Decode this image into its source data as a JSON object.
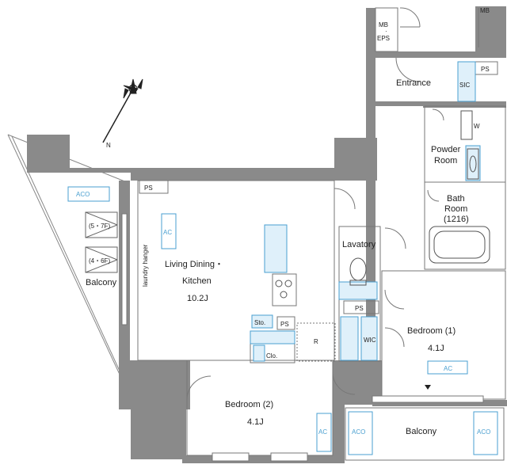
{
  "compass": {
    "label": "N"
  },
  "rooms": {
    "mb_top": "MB",
    "mb_eps_line1": "MB",
    "mb_eps_dot": "·",
    "mb_eps_line2": "EPS",
    "ps_entrance": "PS",
    "entrance": "Entrance",
    "sic": "SIC",
    "washer": "W",
    "powder_line1": "Powder",
    "powder_line2": "Room",
    "bath_line1": "Bath",
    "bath_line2": "Room",
    "bath_size": "(1216)",
    "ps_living": "PS",
    "ldk_line1": "Living Dining・",
    "ldk_line2": "Kitchen",
    "ldk_size": "10.2J",
    "laundry": "laundry hanger",
    "lavatory": "Lavatory",
    "ps_lavatory": "PS",
    "sto": "Sto.",
    "ps_kitchen": "PS",
    "r": "R",
    "wic": "WIC",
    "clo": "Clo.",
    "bed1_line1": "Bedroom (1)",
    "bed1_size": "4.1J",
    "bed2_line1": "Bedroom (2)",
    "bed2_size": "4.1J",
    "balcony_left": "Balcony",
    "balcony_bottom": "Balcony"
  },
  "units": {
    "aco_left": "ACO",
    "aco_bottom_left": "ACO",
    "aco_bottom_right": "ACO",
    "ac_living": "AC",
    "ac_bed1": "AC",
    "ac_bed2": "AC",
    "ladder_upper": "(5・7F)",
    "ladder_lower": "(4・6F)"
  },
  "colors": {
    "accent": "#4a9fd0",
    "wall": "#8a8a8a",
    "fill": "#dff0fa"
  }
}
